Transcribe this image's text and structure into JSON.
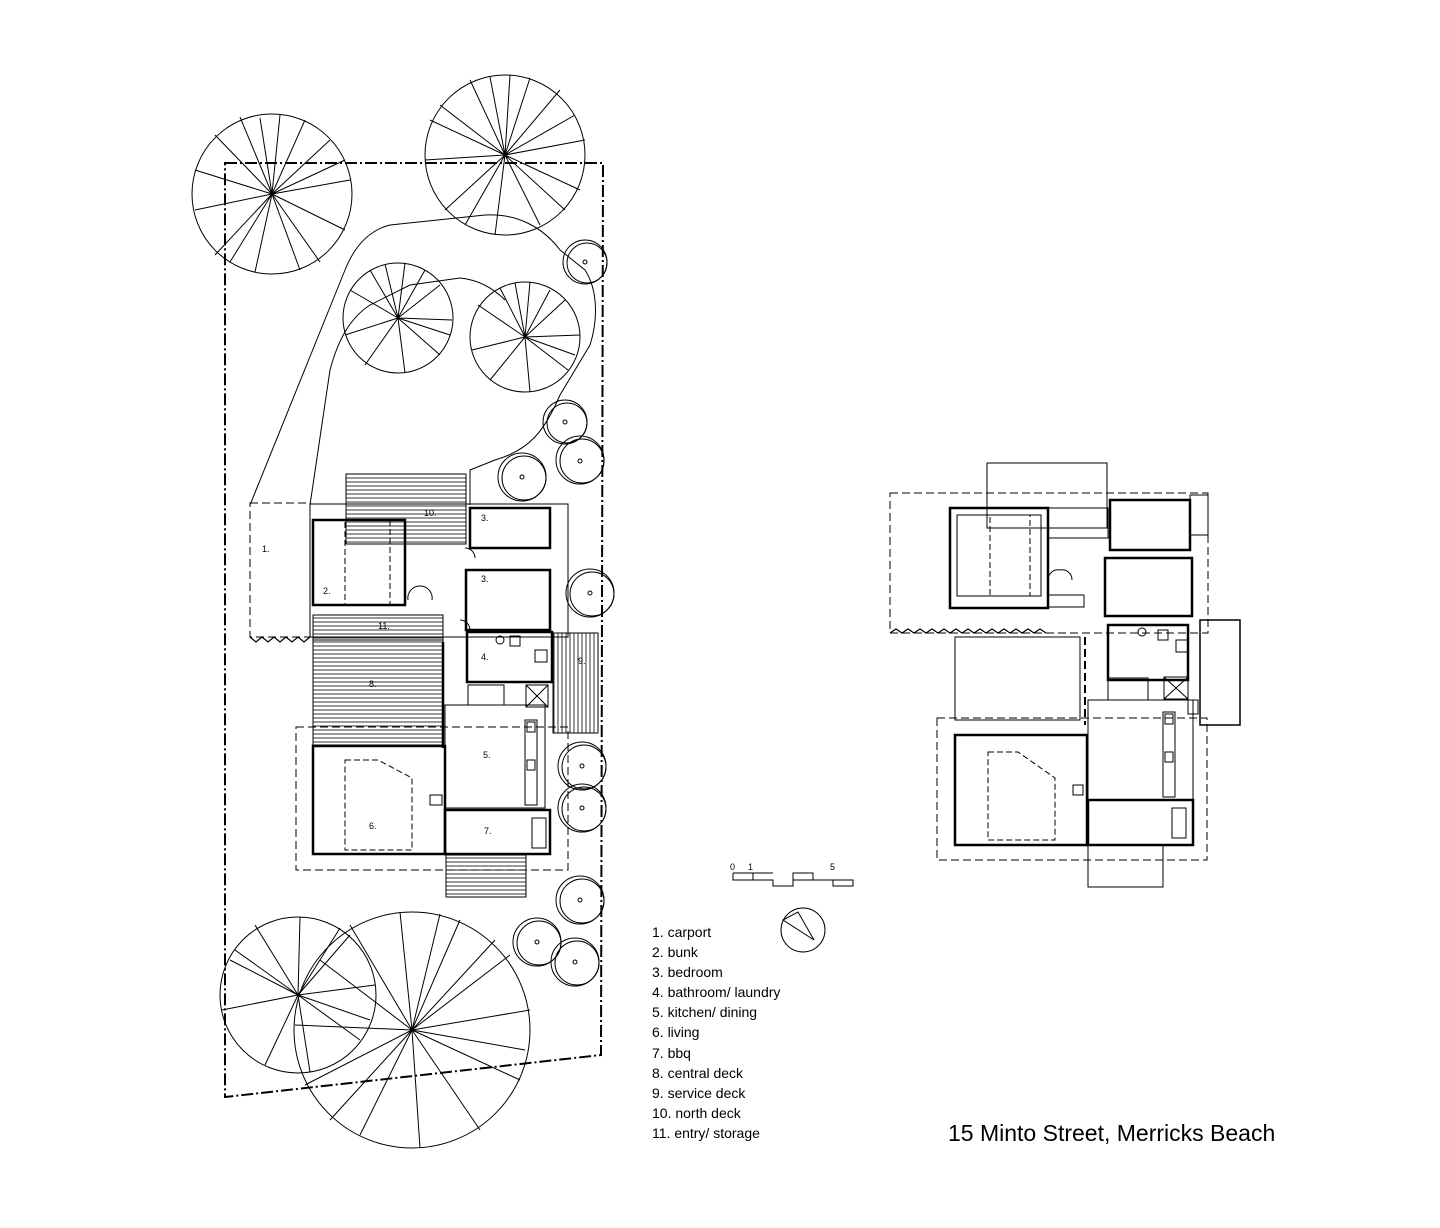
{
  "title": "15 Minto Street, Merricks Beach",
  "legend": [
    "1. carport",
    "2. bunk",
    "3. bedroom",
    "4. bathroom/ laundry",
    "5. kitchen/ dining",
    "6. living",
    "7. bbq",
    "8. central deck",
    "9. service deck",
    "10. north deck",
    "11. entry/ storage"
  ],
  "room_tags": {
    "carport": "1.",
    "bunk": "2.",
    "bedroom_a": "3.",
    "bedroom_b": "3.",
    "bathroom": "4.",
    "kitchen": "5.",
    "living": "6.",
    "bbq": "7.",
    "central_deck": "8.",
    "service_deck": "9.",
    "north_deck": "10.",
    "entry": "11."
  },
  "scale_bar": {
    "zero": "0",
    "one": "1",
    "five": "5"
  }
}
